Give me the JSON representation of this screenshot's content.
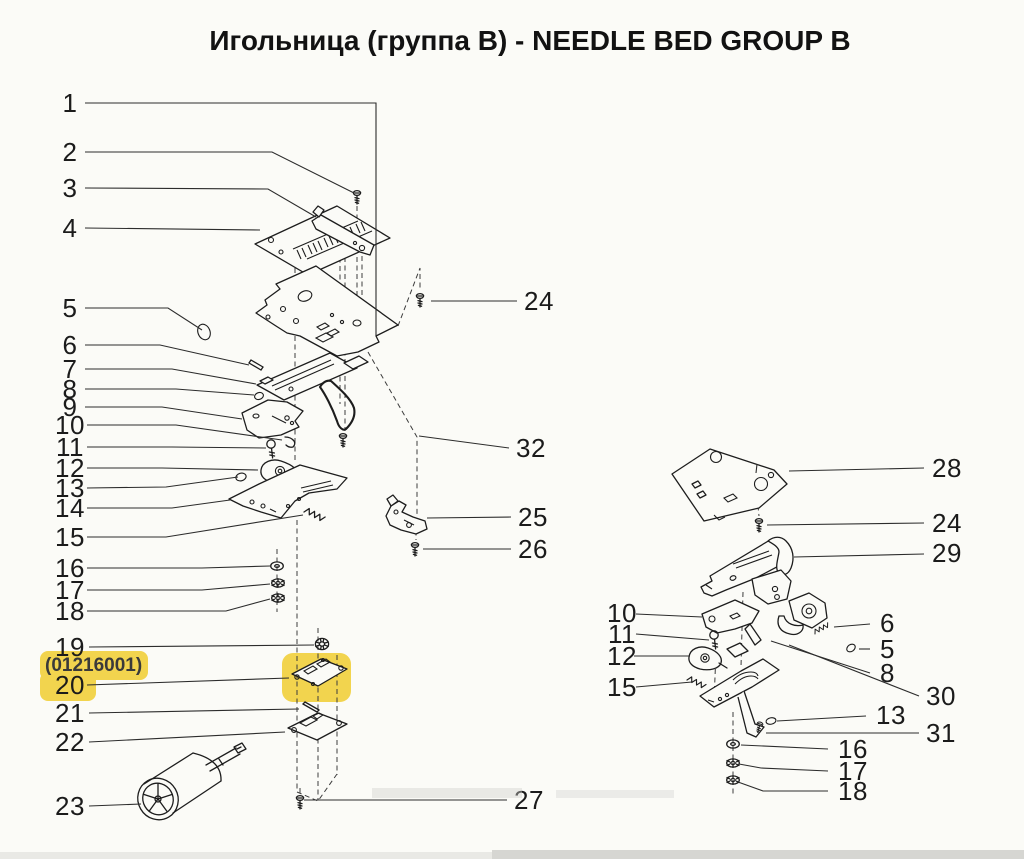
{
  "title": "Игольница (группа B) - NEEDLE BED GROUP B",
  "highlighted_part": {
    "code": "(01216001)",
    "callout": "20",
    "highlight_color": "#f2d44e"
  },
  "left_view": {
    "callouts_left": [
      "1",
      "2",
      "3",
      "4",
      "5",
      "6",
      "7",
      "8",
      "9",
      "10",
      "11",
      "12",
      "13",
      "14",
      "15",
      "16",
      "17",
      "18",
      "19",
      "20",
      "21",
      "22",
      "23"
    ],
    "callouts_right": [
      "24",
      "32",
      "25",
      "26",
      "27"
    ]
  },
  "right_view": {
    "callouts_left": [
      "10",
      "11",
      "12",
      "15"
    ],
    "callouts_right": [
      "28",
      "24",
      "29",
      "6",
      "5",
      "8",
      "30",
      "13",
      "31"
    ],
    "callouts_bottom": [
      "16",
      "17",
      "18"
    ]
  },
  "colors": {
    "ink": "#1d1d1d",
    "paper": "#fbfbf7",
    "highlight": "#f2d44e"
  }
}
